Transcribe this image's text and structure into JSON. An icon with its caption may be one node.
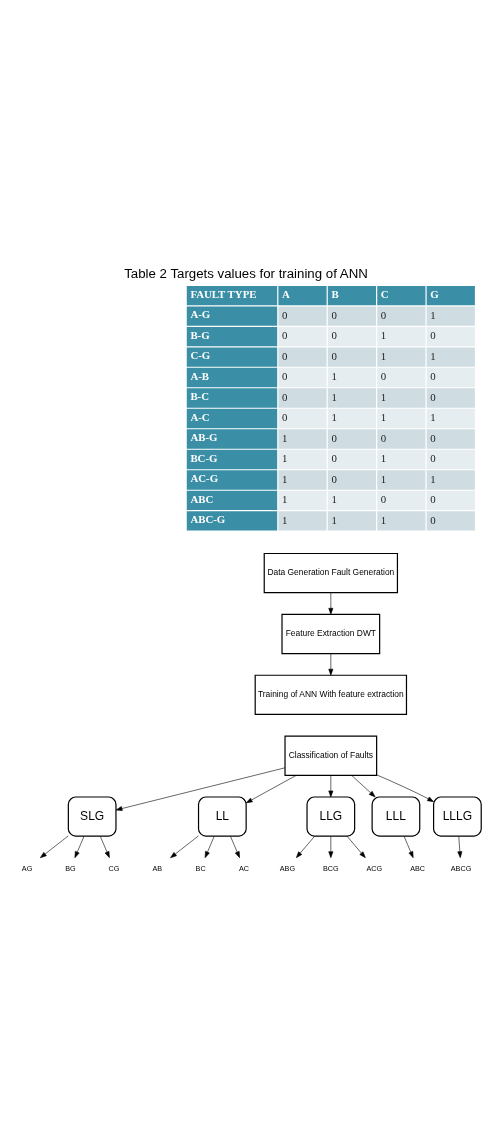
{
  "diagram": {
    "caption": "Table 2 Targets values for training of ANN",
    "nodes": [
      {
        "text": [
          "Data Generation Fault Generation"
        ]
      },
      {
        "text": [
          "Feature Extraction DWT"
        ]
      },
      {
        "text": [
          "Training of ANN With feature extraction"
        ]
      },
      {
        "text": [
          "Classification of Faults"
        ]
      },
      {
        "text": [
          "SLG"
        ]
      },
      {
        "text": [
          "LL"
        ]
      },
      {
        "text": [
          "LLG"
        ]
      },
      {
        "text": [
          "LLL"
        ]
      },
      {
        "text": [
          "LLLG"
        ]
      },
      {
        "text": [
          "AG"
        ]
      },
      {
        "text": [
          "BG"
        ]
      },
      {
        "text": [
          "CG"
        ]
      },
      {
        "text": [
          "AB"
        ]
      },
      {
        "text": [
          "BC"
        ]
      },
      {
        "text": [
          "AC"
        ]
      },
      {
        "text": [
          "ABG"
        ]
      },
      {
        "text": [
          "BCG"
        ]
      },
      {
        "text": [
          "ACG"
        ]
      },
      {
        "text": [
          "ABC"
        ]
      },
      {
        "text": [
          "ABCG"
        ]
      }
    ],
    "edges": [
      {
        "from": 0,
        "to": 1,
        "arrow": "to"
      },
      {
        "from": 1,
        "to": 2,
        "arrow": "to"
      },
      {
        "from": 3,
        "to": 4,
        "arrow": "to"
      },
      {
        "from": 3,
        "to": 5,
        "arrow": "to"
      },
      {
        "from": 3,
        "to": 6,
        "arrow": "to"
      },
      {
        "from": 3,
        "to": 7,
        "arrow": "to"
      },
      {
        "from": 3,
        "to": 8,
        "arrow": "to"
      },
      {
        "from": 4,
        "to": 9,
        "arrow": "to"
      },
      {
        "from": 4,
        "to": 10,
        "arrow": "to"
      },
      {
        "from": 4,
        "to": 11,
        "arrow": "to"
      },
      {
        "from": 5,
        "to": 12,
        "arrow": "to"
      },
      {
        "from": 5,
        "to": 13,
        "arrow": "to"
      },
      {
        "from": 5,
        "to": 14,
        "arrow": "to"
      },
      {
        "from": 6,
        "to": 15,
        "arrow": "to"
      },
      {
        "from": 6,
        "to": 16,
        "arrow": "to"
      },
      {
        "from": 6,
        "to": 17,
        "arrow": "to"
      },
      {
        "from": 7,
        "to": 18,
        "arrow": "to"
      },
      {
        "from": 8,
        "to": 19,
        "arrow": "to"
      }
    ],
    "labels": [
      "FAULT TYPE",
      "A",
      "B",
      "C",
      "G",
      "A-G",
      "0",
      "0",
      "0",
      "1",
      "B-G",
      "0",
      "0",
      "1",
      "0",
      "C-G",
      "0",
      "0",
      "1",
      "1",
      "A-B",
      "0",
      "1",
      "0",
      "0",
      "B-C",
      "0",
      "1",
      "1",
      "0",
      "A-C",
      "0",
      "1",
      "1",
      "1",
      "AB-G",
      "1",
      "0",
      "0",
      "0",
      "BC-G",
      "1",
      "0",
      "1",
      "0",
      "AC-G",
      "1",
      "0",
      "1",
      "1",
      "ABC",
      "1",
      "1",
      "0",
      "0",
      "ABC-G",
      "1",
      "1",
      "1",
      "0"
    ]
  }
}
